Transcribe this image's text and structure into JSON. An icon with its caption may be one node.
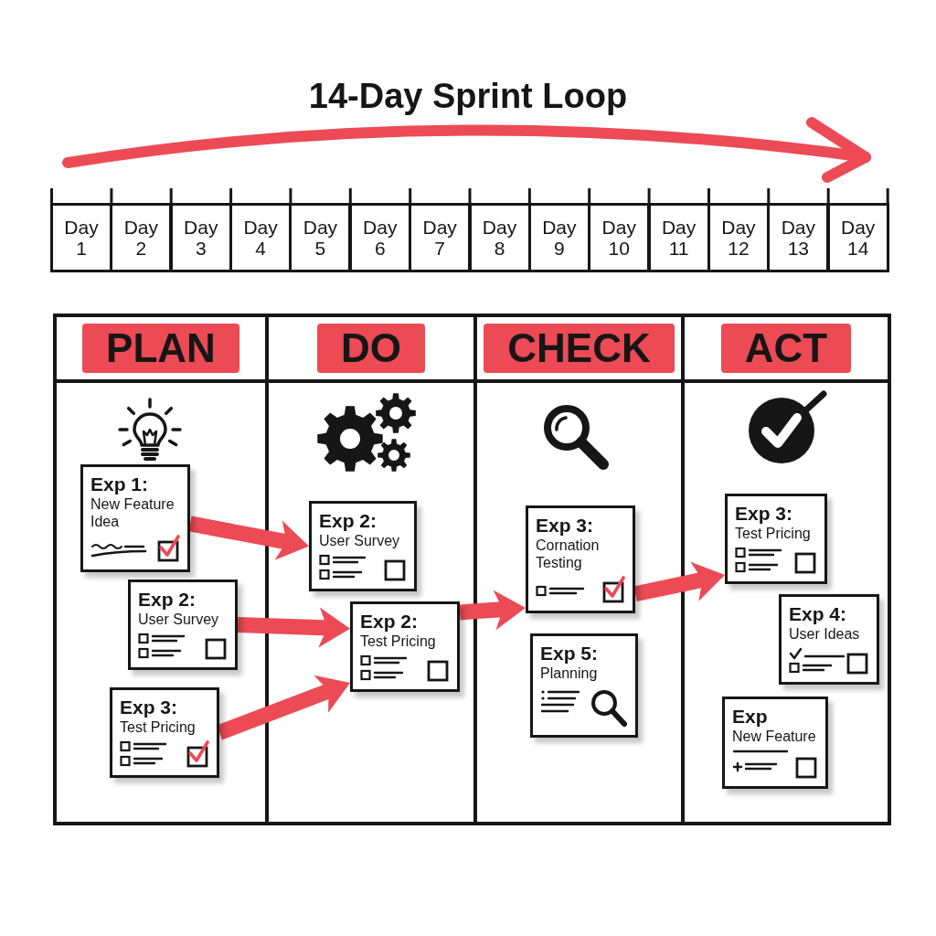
{
  "diagram": {
    "title": "14-Day Sprint Loop",
    "nodes": [
      {
        "text": [
          "Day 1"
        ]
      },
      {
        "text": [
          "Day 2"
        ]
      },
      {
        "text": [
          "Day 3"
        ]
      },
      {
        "text": [
          "Day 4"
        ]
      },
      {
        "text": [
          "Day 5"
        ]
      },
      {
        "text": [
          "Day 6"
        ]
      },
      {
        "text": [
          "Day 7"
        ]
      },
      {
        "text": [
          "Day 8"
        ]
      },
      {
        "text": [
          "Day 9"
        ]
      },
      {
        "text": [
          "Day 10"
        ]
      },
      {
        "text": [
          "Day 11"
        ]
      },
      {
        "text": [
          "Day 12"
        ]
      },
      {
        "text": [
          "Day 13"
        ]
      },
      {
        "text": [
          "Day 14"
        ]
      },
      {
        "text": [
          "PLAN"
        ]
      },
      {
        "text": [
          "Exp 1:",
          "New Feature Idea"
        ],
        "in": 14
      },
      {
        "text": [
          "Exp 2:",
          "User Survey"
        ],
        "in": 14
      },
      {
        "text": [
          "Exp 3:",
          "Test Pricing"
        ],
        "in": 14
      },
      {
        "text": [
          "DO"
        ]
      },
      {
        "text": [
          "Exp 2:",
          "User Survey"
        ],
        "in": 18
      },
      {
        "text": [
          "Exp 2:",
          "Test Pricing"
        ],
        "in": 18
      },
      {
        "text": [
          "CHECK"
        ]
      },
      {
        "text": [
          "Exp 3:",
          "Cornation Testing"
        ],
        "in": 21
      },
      {
        "text": [
          "Exp 5:",
          "Planning"
        ],
        "in": 21
      },
      {
        "text": [
          "ACT"
        ]
      },
      {
        "text": [
          "Exp 3:",
          "Test Pricing"
        ],
        "in": 24
      },
      {
        "text": [
          "Exp 4:",
          "User Ideas"
        ],
        "in": 24
      },
      {
        "text": [
          "Exp",
          "New Feature"
        ],
        "in": 24
      }
    ],
    "edges": [
      {
        "from": 15,
        "to": 19,
        "arrow": "to"
      },
      {
        "from": 16,
        "to": 20,
        "arrow": "to"
      },
      {
        "from": 17,
        "to": 20,
        "arrow": "to"
      },
      {
        "from": 20,
        "to": 22,
        "arrow": "to"
      },
      {
        "from": 22,
        "to": 25,
        "arrow": "to"
      }
    ]
  }
}
